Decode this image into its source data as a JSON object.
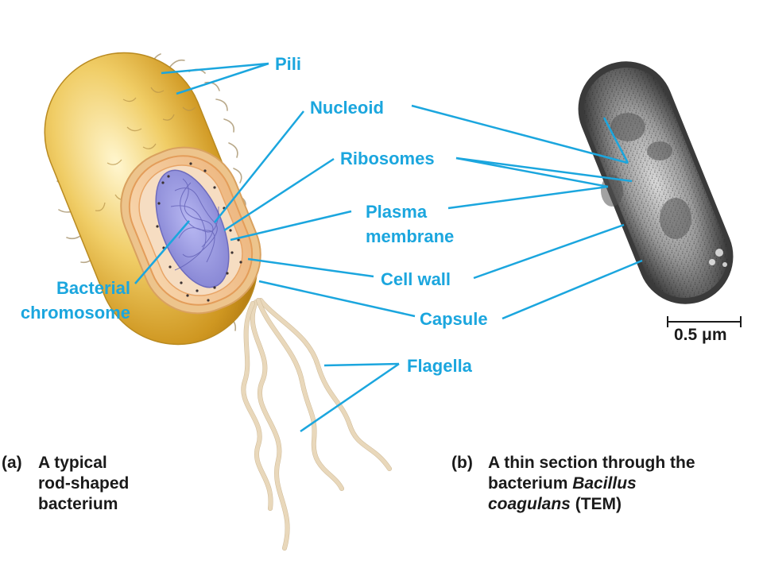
{
  "labels": {
    "pili": "Pili",
    "nucleoid": "Nucleoid",
    "ribosomes": "Ribosomes",
    "plasma_membrane_line1": "Plasma",
    "plasma_membrane_line2": "membrane",
    "cell_wall": "Cell wall",
    "capsule": "Capsule",
    "flagella": "Flagella",
    "bacterial_chromosome_line1": "Bacterial",
    "bacterial_chromosome_line2": "chromosome"
  },
  "captions": {
    "a": {
      "marker": "(a)",
      "line1": "A typical",
      "line2": "rod-shaped",
      "line3": "bacterium"
    },
    "b": {
      "marker": "(b)",
      "line1": "A thin section through the",
      "line2_plain": "bacterium ",
      "line2_italic": "Bacillus",
      "line3_italic": "coagulans",
      "line3_plain": " (TEM)"
    }
  },
  "scale_bar": {
    "label": "0.5 μm"
  },
  "colors": {
    "label_blue": "#1ba6de",
    "caption_text": "#1a1a1a",
    "capsule_gold": "#e7b744",
    "cell_wall_orange": "#f2c79b",
    "cytoplasm": "#f3d7b6",
    "chromosome_purple": "#9c9ce0",
    "flagella_tan": "#e9d8bb"
  }
}
